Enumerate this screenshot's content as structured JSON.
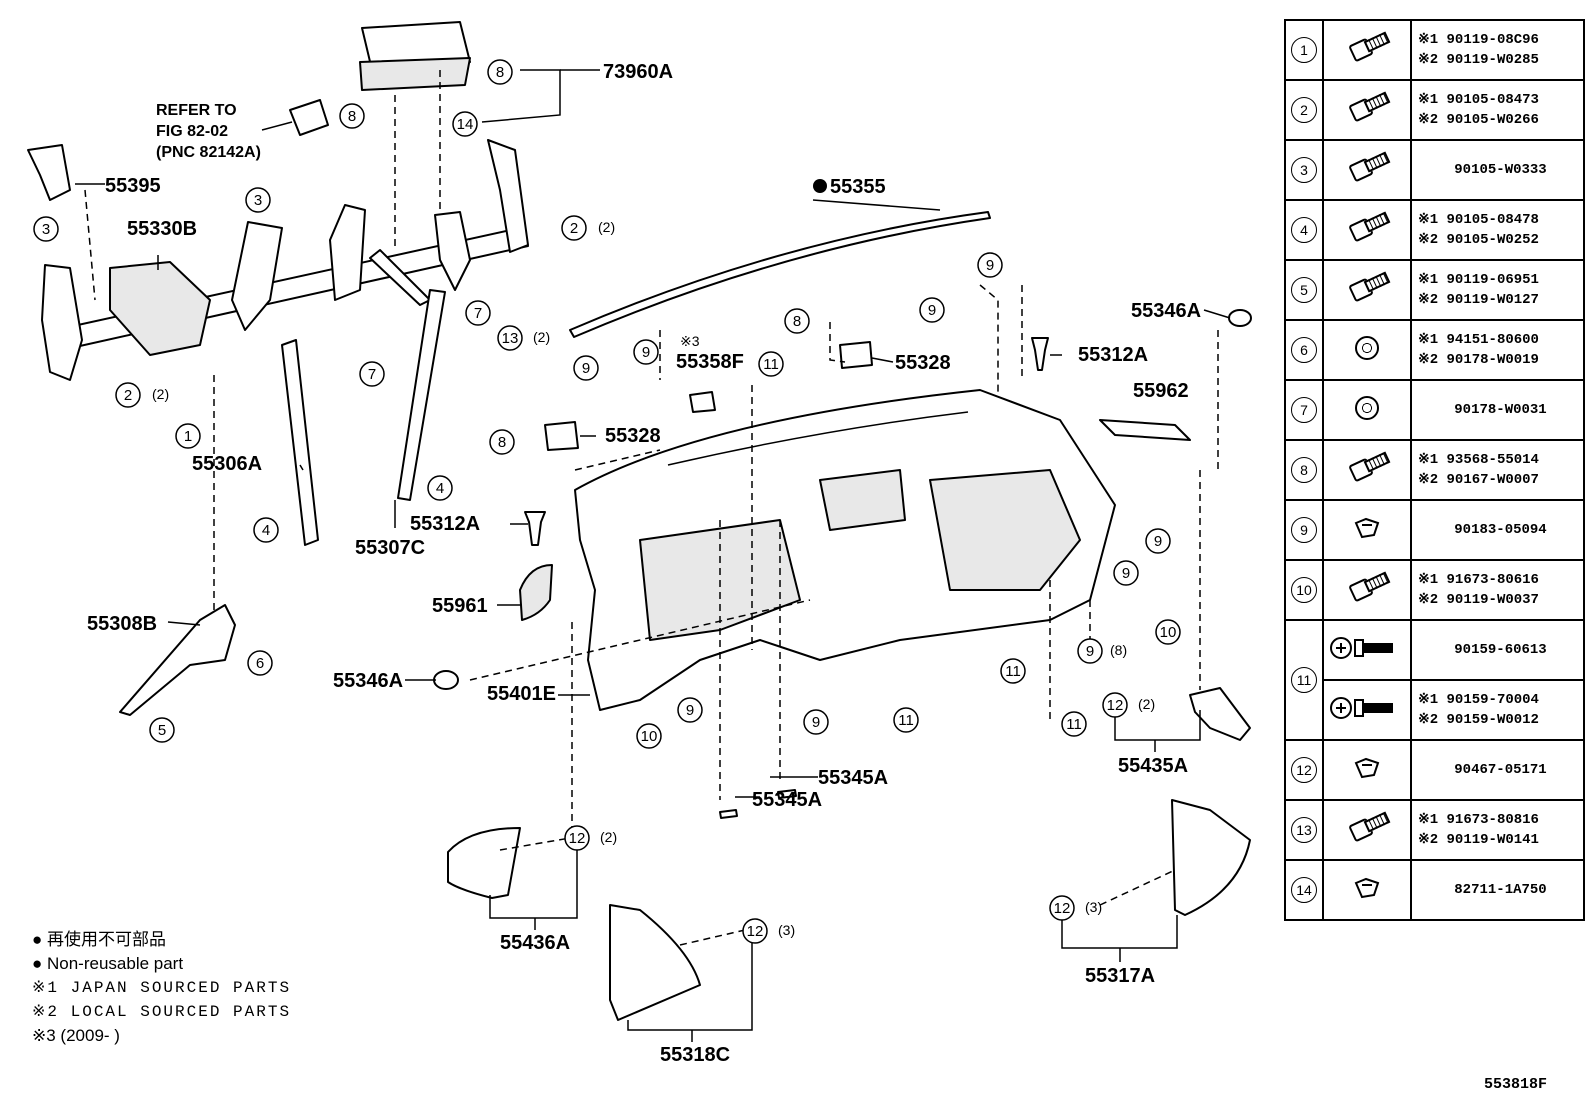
{
  "refer_note": {
    "line1": "REFER TO",
    "line2": "FIG 82-02",
    "line3": "(PNC 82142A)"
  },
  "parts": {
    "p73960A": "73960A",
    "p55395": "55395",
    "p55330B": "55330B",
    "p55355": "55355",
    "p55346A_top": "55346A",
    "p55346A_left": "55346A",
    "p55312A_top": "55312A",
    "p55312A_left": "55312A",
    "p55328_top": "55328",
    "p55328_left": "55328",
    "p55962": "55962",
    "p55358F": "55358F",
    "p55358F_note": "※3",
    "p55306A": "55306A",
    "p55307C": "55307C",
    "p55308B": "55308B",
    "p55961": "55961",
    "p55401E": "55401E",
    "p55345A_a": "55345A",
    "p55345A_b": "55345A",
    "p55435A": "55435A",
    "p55436A": "55436A",
    "p55317A": "55317A",
    "p55318C": "55318C"
  },
  "callouts": {
    "n1": "1",
    "n2": "2",
    "n3": "3",
    "n4": "4",
    "n5": "5",
    "n6": "6",
    "n7": "7",
    "n8": "8",
    "n9": "9",
    "n10": "10",
    "n11": "11",
    "n12": "12",
    "n13": "13",
    "n14": "14",
    "q2": "(2)",
    "q3": "(3)",
    "q8": "(8)"
  },
  "fasteners": [
    {
      "ref": "1",
      "icon": "bolt-icon",
      "lines": [
        "※1 90119-08C96",
        "※2 90119-W0285"
      ]
    },
    {
      "ref": "2",
      "icon": "bolt-icon",
      "lines": [
        "※1 90105-08473",
        "※2 90105-W0266"
      ]
    },
    {
      "ref": "3",
      "icon": "bolt-icon",
      "lines": [
        "90105-W0333"
      ]
    },
    {
      "ref": "4",
      "icon": "bolt-icon",
      "lines": [
        "※1 90105-08478",
        "※2 90105-W0252"
      ]
    },
    {
      "ref": "5",
      "icon": "bolt-icon",
      "lines": [
        "※1 90119-06951",
        "※2 90119-W0127"
      ]
    },
    {
      "ref": "6",
      "icon": "nut-icon",
      "lines": [
        "※1 94151-80600",
        "※2 90178-W0019"
      ]
    },
    {
      "ref": "7",
      "icon": "nut-icon",
      "lines": [
        "90178-W0031"
      ]
    },
    {
      "ref": "8",
      "icon": "bolt-icon",
      "lines": [
        "※1 93568-55014",
        "※2 90167-W0007"
      ]
    },
    {
      "ref": "9",
      "icon": "clip-icon",
      "lines": [
        "90183-05094"
      ]
    },
    {
      "ref": "10",
      "icon": "bolt-icon",
      "lines": [
        "※1 91673-80616",
        "※2 90119-W0037"
      ]
    },
    {
      "ref": "11",
      "icon": "screw-washer-icon",
      "lines": [
        "90159-60613"
      ]
    },
    {
      "ref": "",
      "icon": "screw-washer-icon",
      "lines": [
        "※1 90159-70004",
        "※2 90159-W0012"
      ]
    },
    {
      "ref": "12",
      "icon": "clip-icon",
      "lines": [
        "90467-05171"
      ]
    },
    {
      "ref": "13",
      "icon": "bolt-icon",
      "lines": [
        "※1 91673-80816",
        "※2 90119-W0141"
      ]
    },
    {
      "ref": "14",
      "icon": "clip-icon",
      "lines": [
        "82711-1A750"
      ]
    }
  ],
  "legend": {
    "l1": "● 再使用不可部品",
    "l2": "● Non-reusable part",
    "l3": "※1 JAPAN SOURCED PARTS",
    "l4": "※2 LOCAL SOURCED PARTS",
    "l5": "※3 (2009-     )"
  },
  "figure_code": "553818F",
  "colors": {
    "ink": "#000000",
    "paper": "#ffffff"
  }
}
